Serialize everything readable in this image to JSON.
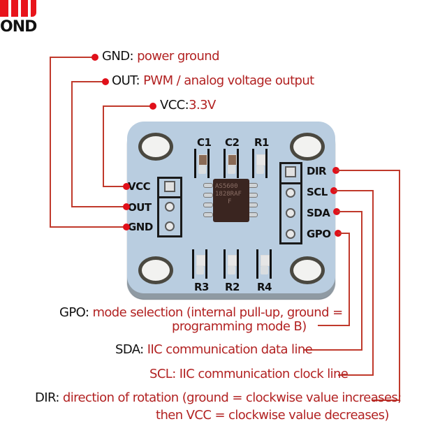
{
  "brand": {
    "logo_text": "OND"
  },
  "board": {
    "chip_marking": [
      "AS5600",
      "1828RAF",
      "F"
    ],
    "top_components": [
      "C1",
      "C2",
      "R1"
    ],
    "bottom_components": [
      "R3",
      "R2",
      "R4"
    ],
    "left_pins": [
      "VCC",
      "OUT",
      "GND"
    ],
    "right_pins": [
      "DIR",
      "SCL",
      "SDA",
      "GPO"
    ]
  },
  "annotations": {
    "gnd": {
      "key": "GND:",
      "value": " power ground"
    },
    "out": {
      "key": "OUT:",
      "value": " PWM / analog voltage output"
    },
    "vcc": {
      "key": "VCC:",
      "value": "3.3V"
    },
    "gpo": {
      "key": "GPO:",
      "value": " mode selection (internal pull-up, ground =",
      "value2": "programming mode B)"
    },
    "sda": {
      "key": "SDA:",
      "value": " IIC communication data line"
    },
    "scl": {
      "key": "",
      "value": "SCL: IIC communication clock line"
    },
    "dir": {
      "key": "DIR:",
      "value": " direction of rotation (ground = clockwise value increases;",
      "value2": "then VCC = clockwise value decreases)"
    }
  },
  "colors": {
    "line": "#c0392b",
    "dot": "#e0101a",
    "value_text": "#b22222",
    "board": "#b9cde0"
  }
}
